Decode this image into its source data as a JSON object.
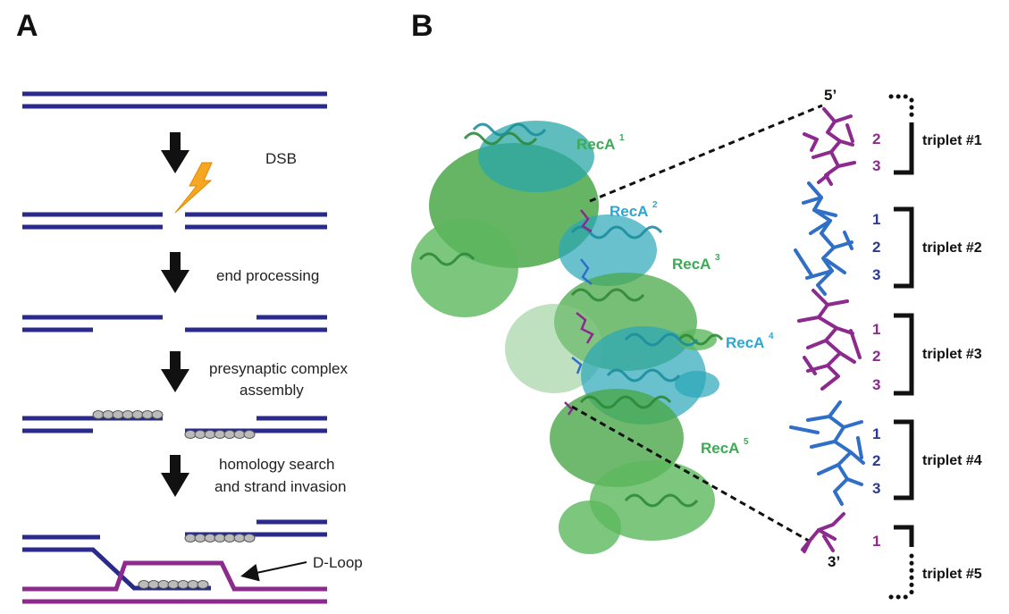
{
  "panels": {
    "a": "A",
    "b": "B"
  },
  "panel_a": {
    "steps": [
      "DSB",
      "end processing",
      "presynaptic complex",
      "assembly",
      "homology search",
      "and strand invasion"
    ],
    "dloop": "D-Loop"
  },
  "panel_b": {
    "recas": [
      {
        "label": "RecA",
        "sup": "1",
        "color": "#3daa55"
      },
      {
        "label": "RecA",
        "sup": "2",
        "color": "#2aa7d6"
      },
      {
        "label": "RecA",
        "sup": "3",
        "color": "#3daa55"
      },
      {
        "label": "RecA",
        "sup": "4",
        "color": "#2aa7d6"
      },
      {
        "label": "RecA",
        "sup": "5",
        "color": "#3daa55"
      }
    ],
    "end5": "5’",
    "end3": "3’",
    "numbers": [
      {
        "text": "2",
        "color": "#8c2a8e"
      },
      {
        "text": "3",
        "color": "#8c2a8e"
      },
      {
        "text": "1",
        "color": "#2b3a8f"
      },
      {
        "text": "2",
        "color": "#2b3a8f"
      },
      {
        "text": "3",
        "color": "#2b3a8f"
      },
      {
        "text": "1",
        "color": "#8c2a8e"
      },
      {
        "text": "2",
        "color": "#8c2a8e"
      },
      {
        "text": "3",
        "color": "#8c2a8e"
      },
      {
        "text": "1",
        "color": "#2b3a8f"
      },
      {
        "text": "2",
        "color": "#2b3a8f"
      },
      {
        "text": "3",
        "color": "#2b3a8f"
      },
      {
        "text": "1",
        "color": "#8c2a8e"
      }
    ],
    "triplets": [
      "triplet #1",
      "triplet #2",
      "triplet #3",
      "triplet #4",
      "triplet #5"
    ]
  },
  "colors": {
    "dna_navy": "#2a2a8c",
    "dna_purple": "#8c2a8e",
    "recA_green": "#3daa55",
    "recA_cyan": "#2aa7d6",
    "strand_blue": "#2f6fc8",
    "bolt": "#f5a623"
  }
}
